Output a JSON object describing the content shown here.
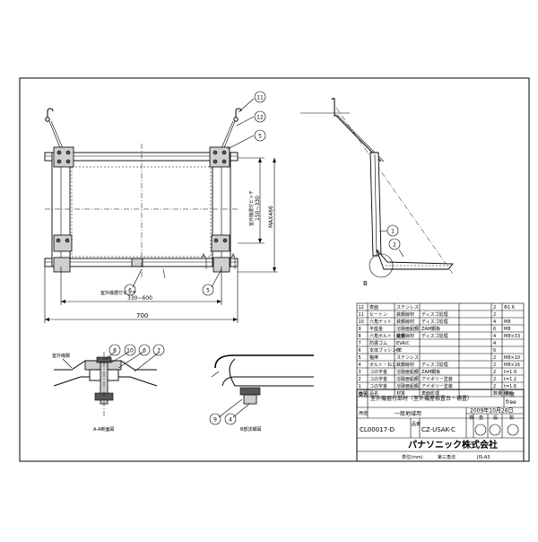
{
  "balloons": {
    "b11": "11",
    "b12": "12",
    "b5": "5",
    "b6": "6",
    "b5b": "5",
    "side1": "1",
    "side2": "2",
    "d8": "8",
    "d10": "10",
    "d6": "6",
    "d7": "7",
    "d9": "9",
    "d4": "4"
  },
  "dimensions": {
    "pitch_label": "室外機据付ピッチ",
    "pitch_range": "330~600",
    "overall": "700",
    "vpitch_label": "室外機据付ピッチ",
    "vpitch_range": "150~330",
    "vmax": "MAX466",
    "sectA1": "A",
    "sectA2": "A",
    "sectB": "B"
  },
  "detail_labels": {
    "left_note": "室外機脚",
    "left_caption": "A-A断面図",
    "right_caption": "B部詳細図"
  },
  "parts": [
    {
      "no": "12",
      "name": "表面",
      "qty_note": "",
      "material": "ステンレス",
      "finish": "",
      "qty": "2",
      "spec": "Φ1.6"
    },
    {
      "no": "11",
      "name": "ヒートン",
      "qty_note": "",
      "material": "鉄鋼線材",
      "finish": "ディスゴ処理",
      "qty": "2",
      "spec": ""
    },
    {
      "no": "10",
      "name": "六角ナット",
      "qty_note": "",
      "material": "鉄鋼線材",
      "finish": "ディスゴ処理",
      "qty": "4",
      "spec": "M8"
    },
    {
      "no": "9",
      "name": "平座金",
      "qty_note": "",
      "material": "溶融亜鉛鋼",
      "finish": "ZAM鋼板",
      "qty": "6",
      "spec": "M8"
    },
    {
      "no": "8",
      "name": "六角ボルト・座金",
      "qty_note": "",
      "material": "鉄鋼線材",
      "finish": "ディスゴ処理",
      "qty": "4",
      "spec": "M8×33"
    },
    {
      "no": "7",
      "name": "防振ゴム",
      "qty_note": "",
      "material": "EVA/C",
      "finish": "",
      "qty": "4",
      "spec": ""
    },
    {
      "no": "6",
      "name": "本体ブッシング",
      "qty_note": "",
      "material": "PE",
      "finish": "",
      "qty": "6",
      "spec": ""
    },
    {
      "no": "5",
      "name": "軸棒",
      "qty_note": "",
      "material": "ステンレス",
      "finish": "",
      "qty": "2",
      "spec": "M8×10"
    },
    {
      "no": "4",
      "name": "ボルト・ねじ",
      "qty_note": "",
      "material": "鉄鋼線材",
      "finish": "ディスゴ処理",
      "qty": "2",
      "spec": "M8×16"
    },
    {
      "no": "3",
      "name": "コの字金",
      "qty_note": "",
      "material": "溶融亜鉛鋼",
      "finish": "ZAM鋼板",
      "qty": "2",
      "spec": "t=1.9"
    },
    {
      "no": "2",
      "name": "コの字金",
      "qty_note": "",
      "material": "溶融亜鉛鋼",
      "finish": "アイボリー塗装",
      "qty": "2",
      "spec": "t=1.2"
    },
    {
      "no": "1",
      "name": "コの字金",
      "qty_note": "",
      "material": "溶融亜鉛鋼",
      "finish": "アイボリー塗装",
      "qty": "2",
      "spec": "t=1.6"
    }
  ],
  "table_header": {
    "no": "番号",
    "name": "品名",
    "material": "材質",
    "finish": "表面処理",
    "qty": "数量",
    "spec": "備考"
  },
  "title_block": {
    "side_label1": "図名",
    "drawing_name": "室外機据付部材（室外機屋根置台・補置）",
    "scale_label": "尺度",
    "scale_value": "free",
    "side_label2": "用途",
    "usage": "一般地域用",
    "date": "2009年10月26日",
    "approve": "検",
    "check": "査",
    "design": "設",
    "draft": "製",
    "dwg_no": "CL00017-D",
    "model_label": "品番",
    "model_no": "CZ-USAK-C",
    "company": "パナソニック株式会社",
    "units": "単位(mm)",
    "projection": "第三角法",
    "standard": "JIS-A3"
  }
}
